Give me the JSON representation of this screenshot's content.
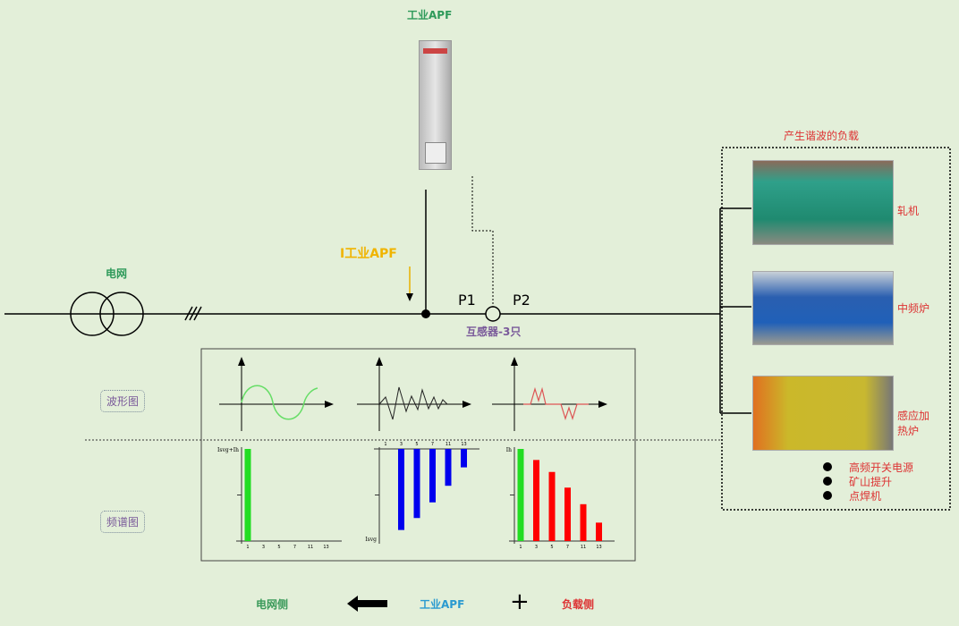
{
  "apf_title": "工业APF",
  "grid_label": "电网",
  "apf_current_label": "I工业APF",
  "p1": "P1",
  "p2": "P2",
  "ct_label": "互感器-3只",
  "load_title": "产生谐波的负载",
  "loads": [
    "轧机",
    "中频炉",
    "感应加",
    "热炉"
  ],
  "other_loads": [
    "高频开关电源",
    "矿山提升",
    "点焊机"
  ],
  "waveform_tag": "波形图",
  "spectrum_tag": "频谱图",
  "legend": {
    "grid_side": "电网侧",
    "apf": "工业APF",
    "plus": "+",
    "load_side": "负载侧"
  },
  "colors": {
    "green": "#22dd22",
    "blue": "#0000ee",
    "red": "#ff0000"
  },
  "chart_data": [
    {
      "type": "bar",
      "title": "",
      "ylabel": "Isvg+Ih",
      "categories": [
        "1",
        "3",
        "5",
        "7",
        "11",
        "13"
      ],
      "values": [
        100,
        0,
        0,
        0,
        0,
        0
      ],
      "ylim": [
        0,
        100
      ],
      "color": "green"
    },
    {
      "type": "bar",
      "title": "",
      "ylabel": "Isvg",
      "categories": [
        "1",
        "3",
        "5",
        "7",
        "11",
        "13"
      ],
      "values": [
        0,
        -88,
        -75,
        -58,
        -40,
        -20
      ],
      "ylim": [
        -100,
        0
      ],
      "color": "blue"
    },
    {
      "type": "bar",
      "title": "",
      "ylabel": "Ih",
      "categories": [
        "1",
        "3",
        "5",
        "7",
        "11",
        "13"
      ],
      "values": [
        100,
        88,
        75,
        58,
        40,
        20
      ],
      "ylim": [
        0,
        100
      ],
      "color": "red",
      "first_color": "green"
    }
  ]
}
